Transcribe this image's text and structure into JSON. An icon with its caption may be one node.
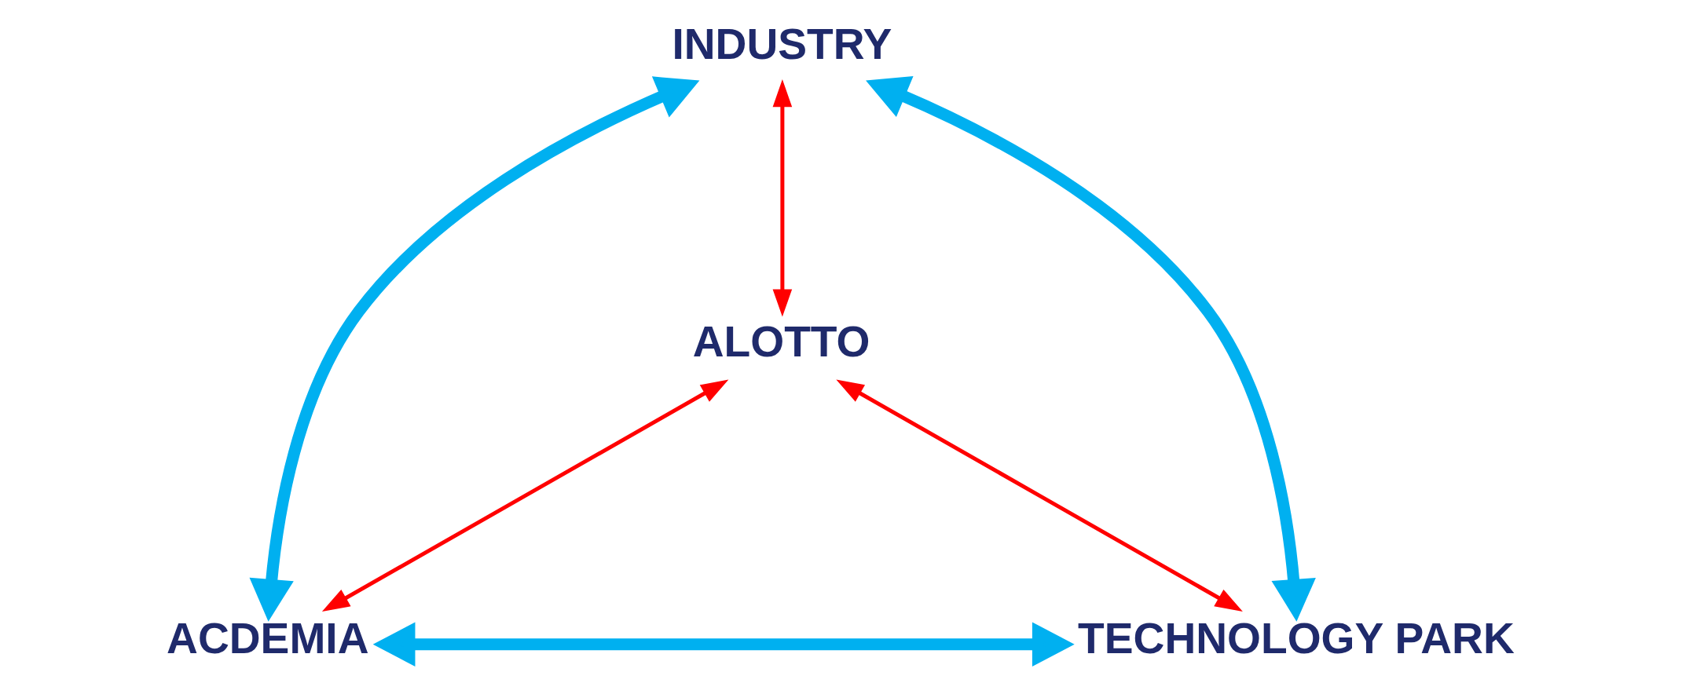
{
  "diagram": {
    "nodes": [
      {
        "text": [
          "INDUSTRY"
        ]
      },
      {
        "text": [
          "ALOTTO"
        ]
      },
      {
        "text": [
          "ACDEMIA"
        ]
      },
      {
        "text": [
          "TECHNOLOGY PARK"
        ]
      }
    ],
    "edges": [
      {
        "from": 0,
        "to": 2,
        "arrow": "both",
        "style": "thick"
      },
      {
        "from": 0,
        "to": 3,
        "arrow": "both",
        "style": "thick"
      },
      {
        "from": 2,
        "to": 3,
        "arrow": "both",
        "style": "thick"
      },
      {
        "from": 0,
        "to": 1,
        "arrow": "both",
        "color": "#ff0000"
      },
      {
        "from": 1,
        "to": 2,
        "arrow": "both",
        "color": "#ff0000"
      },
      {
        "from": 1,
        "to": 3,
        "arrow": "both",
        "color": "#ff0000"
      }
    ]
  }
}
